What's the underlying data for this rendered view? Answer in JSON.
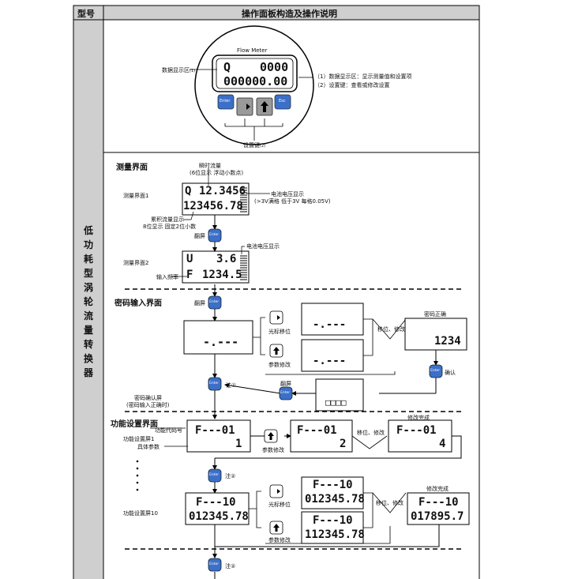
{
  "table": {
    "col_model": "型号",
    "col_panel": "操作面板构造及操作说明",
    "model_chars": [
      "低",
      "功",
      "耗",
      "型",
      "涡",
      "轮",
      "流",
      "量",
      "转",
      "换",
      "器"
    ]
  },
  "panel": {
    "brand": "Flow Meter",
    "display_line1_left": "Q",
    "display_line1_right": "0000",
    "display_line2": "000000.00",
    "display_label": "数据显示区",
    "display_label_index": "(1)",
    "key_enter": "Enter",
    "key_esc": "Esc",
    "keys_label": "设置键",
    "keys_label_index": "(2)",
    "note1": "（1）数据显示区：显示测量值和设置项",
    "note2": "（2）设置键：查看或修改设置"
  },
  "measure": {
    "title": "测量界面",
    "screen1_label": "测量界面1",
    "screen2_label": "测量界面2",
    "inst_flow_label": "瞬时流量",
    "inst_flow_sub": "(6位显示 浮动小数点)",
    "s1_line1_left": "Q",
    "s1_line1_value": "12.3456",
    "s1_line2": "123456.78",
    "battery_label": "电池电压显示",
    "battery_sub": "(>3V满格 低于3V 每格0.05V)",
    "cum_label": "累积流量显示",
    "cum_sub": "8位显示 固定2位小数",
    "page_key": "翻屏",
    "s2_line1_left": "U",
    "s2_line1_value": "3.6",
    "s2_line2_left": "F",
    "s2_line2_value": "1234.5",
    "s2_battery_label": "电池电压显示",
    "input_freq_label": "输入频率"
  },
  "password": {
    "title": "密码输入界面",
    "page_key": "翻屏",
    "blank_display": "-.---",
    "cursor_shift": "光标移位",
    "param_modify": "参数修改",
    "shift_modify": "移位、修改",
    "correct_label": "密码正确",
    "correct_value": "1234",
    "confirm": "确认",
    "note": "注①",
    "page_key2": "翻屏",
    "confirm_screen_label": "密码确认屏",
    "confirm_screen_sub": "(密码输入正确时)",
    "confirm_display": "□□□□"
  },
  "function": {
    "title": "功能设置界面",
    "code_label": "功能代码号",
    "screen1_label": "功能设置屏1",
    "param_label": "具体参数",
    "f1_line1": "F---01",
    "f1_value": "1",
    "param_modify": "参数修改",
    "f1b_value": "2",
    "shift_modify": "移位、修改",
    "done_label": "修改完成",
    "f1c_value": "4",
    "note2": "注②",
    "screen10_label": "功能设置屏10",
    "f10_line1": "F---10",
    "f10_line2": "012345.78",
    "cursor_shift": "光标移位",
    "f10a_line2": "012345.78",
    "shift_modify2": "移位、修改",
    "done_label2": "修改完成",
    "f10_done_line2": "017895.7",
    "param_modify2": "参数修改",
    "f10b_line2": "112345.78",
    "note2b": "注②"
  }
}
